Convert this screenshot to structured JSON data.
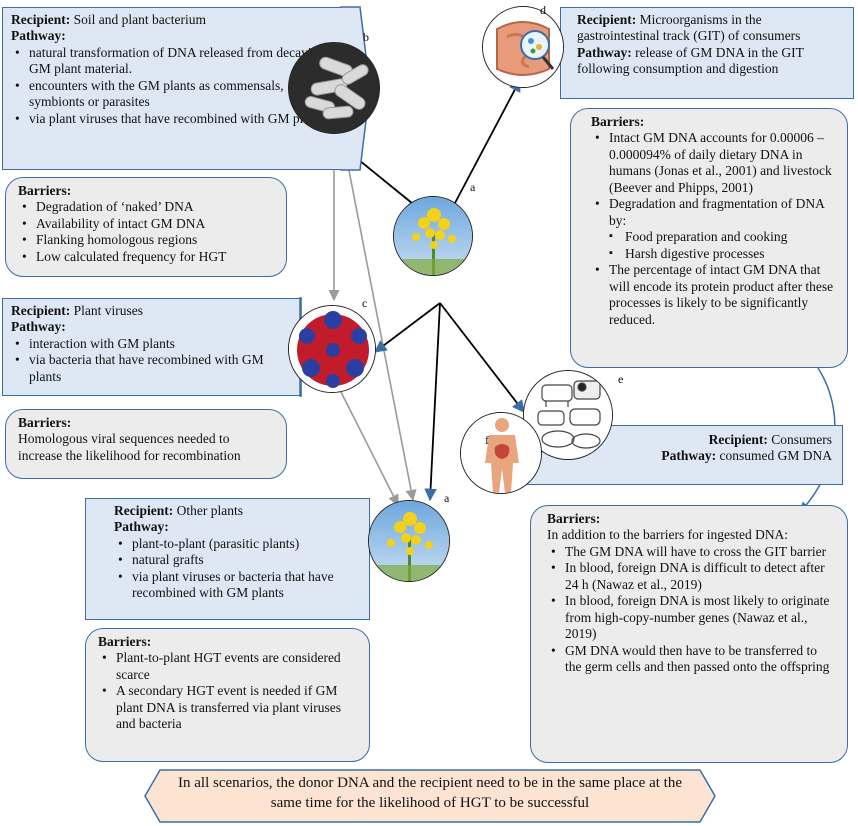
{
  "top_left": {
    "recipient_label": "Recipient:",
    "recipient": "Soil and plant bacterium",
    "pathway_label": "Pathway:",
    "items": [
      "natural transformation of DNA released from decaying GM plant material.",
      "encounters with the GM plants as commensals, symbionts or parasites",
      "via plant viruses that have recombined with GM plants"
    ]
  },
  "barriers1": {
    "title": "Barriers:",
    "items": [
      "Degradation of ‘naked’ DNA",
      "Availability of intact GM DNA",
      "Flanking homologous regions",
      "Low calculated frequency for HGT"
    ]
  },
  "viruses": {
    "recipient_label": "Recipient:",
    "recipient": "Plant viruses",
    "pathway_label": "Pathway:",
    "items": [
      "interaction with GM plants",
      "via bacteria that have recombined with GM plants"
    ]
  },
  "barriers2": {
    "title": "Barriers:",
    "text": "Homologous viral sequences needed to increase the likelihood for recombination"
  },
  "other_plants": {
    "recipient_label": "Recipient:",
    "recipient": "Other plants",
    "pathway_label": "Pathway:",
    "items": [
      "plant-to-plant (parasitic plants)",
      "natural grafts",
      "via plant viruses or bacteria that have recombined with GM plants"
    ]
  },
  "barriers3": {
    "title": "Barriers:",
    "items": [
      "Plant-to-plant HGT events are considered scarce",
      "A secondary HGT event is needed if GM plant DNA is transferred via plant viruses and bacteria"
    ]
  },
  "git": {
    "recipient_label": "Recipient:",
    "recipient": "Microorganisms in the gastrointestinal track (GIT) of consumers",
    "pathway_label": "Pathway:",
    "pathway": "release of GM DNA in the GIT following consumption and digestion"
  },
  "barriers_git": {
    "title": "Barriers:",
    "item1": "Intact GM DNA accounts for 0.00006 – 0.000094% of daily dietary DNA in humans (Jonas et al., 2001) and livestock (Beever and Phipps, 2001)",
    "item2": "Degradation and fragmentation of DNA by:",
    "sub": [
      "Food preparation and cooking",
      "Harsh digestive processes"
    ],
    "item3": "The percentage of intact GM DNA that will encode its protein product after these processes is likely to be significantly reduced."
  },
  "consumers": {
    "recipient_label": "Recipient:",
    "recipient": "Consumers",
    "pathway_label": "Pathway:",
    "pathway": "consumed GM DNA"
  },
  "barriers_consumers": {
    "title": "Barriers:",
    "intro": "In addition to the barriers for ingested DNA:",
    "items": [
      "The GM DNA will have to cross the GIT barrier",
      "In blood, foreign DNA is difficult to detect after 24 h (Nawaz et al., 2019)",
      "In blood, foreign DNA is most likely to originate from high-copy-number genes (Nawaz et al., 2019)",
      "GM DNA would then have to be transferred to the germ cells and then passed onto the offspring"
    ]
  },
  "banner": "In all scenarios, the donor DNA and the recipient need to be in the same place at the same time for the likelihood of HGT to be successful",
  "labels": {
    "a1": "a",
    "a2": "a",
    "b": "b",
    "c": "c",
    "d": "d",
    "e": "e",
    "f": "f"
  },
  "colors": {
    "box_blue": "#dde8f4",
    "box_grey": "#ececec",
    "border": "#3b6ea5",
    "banner": "#fde3d2"
  }
}
